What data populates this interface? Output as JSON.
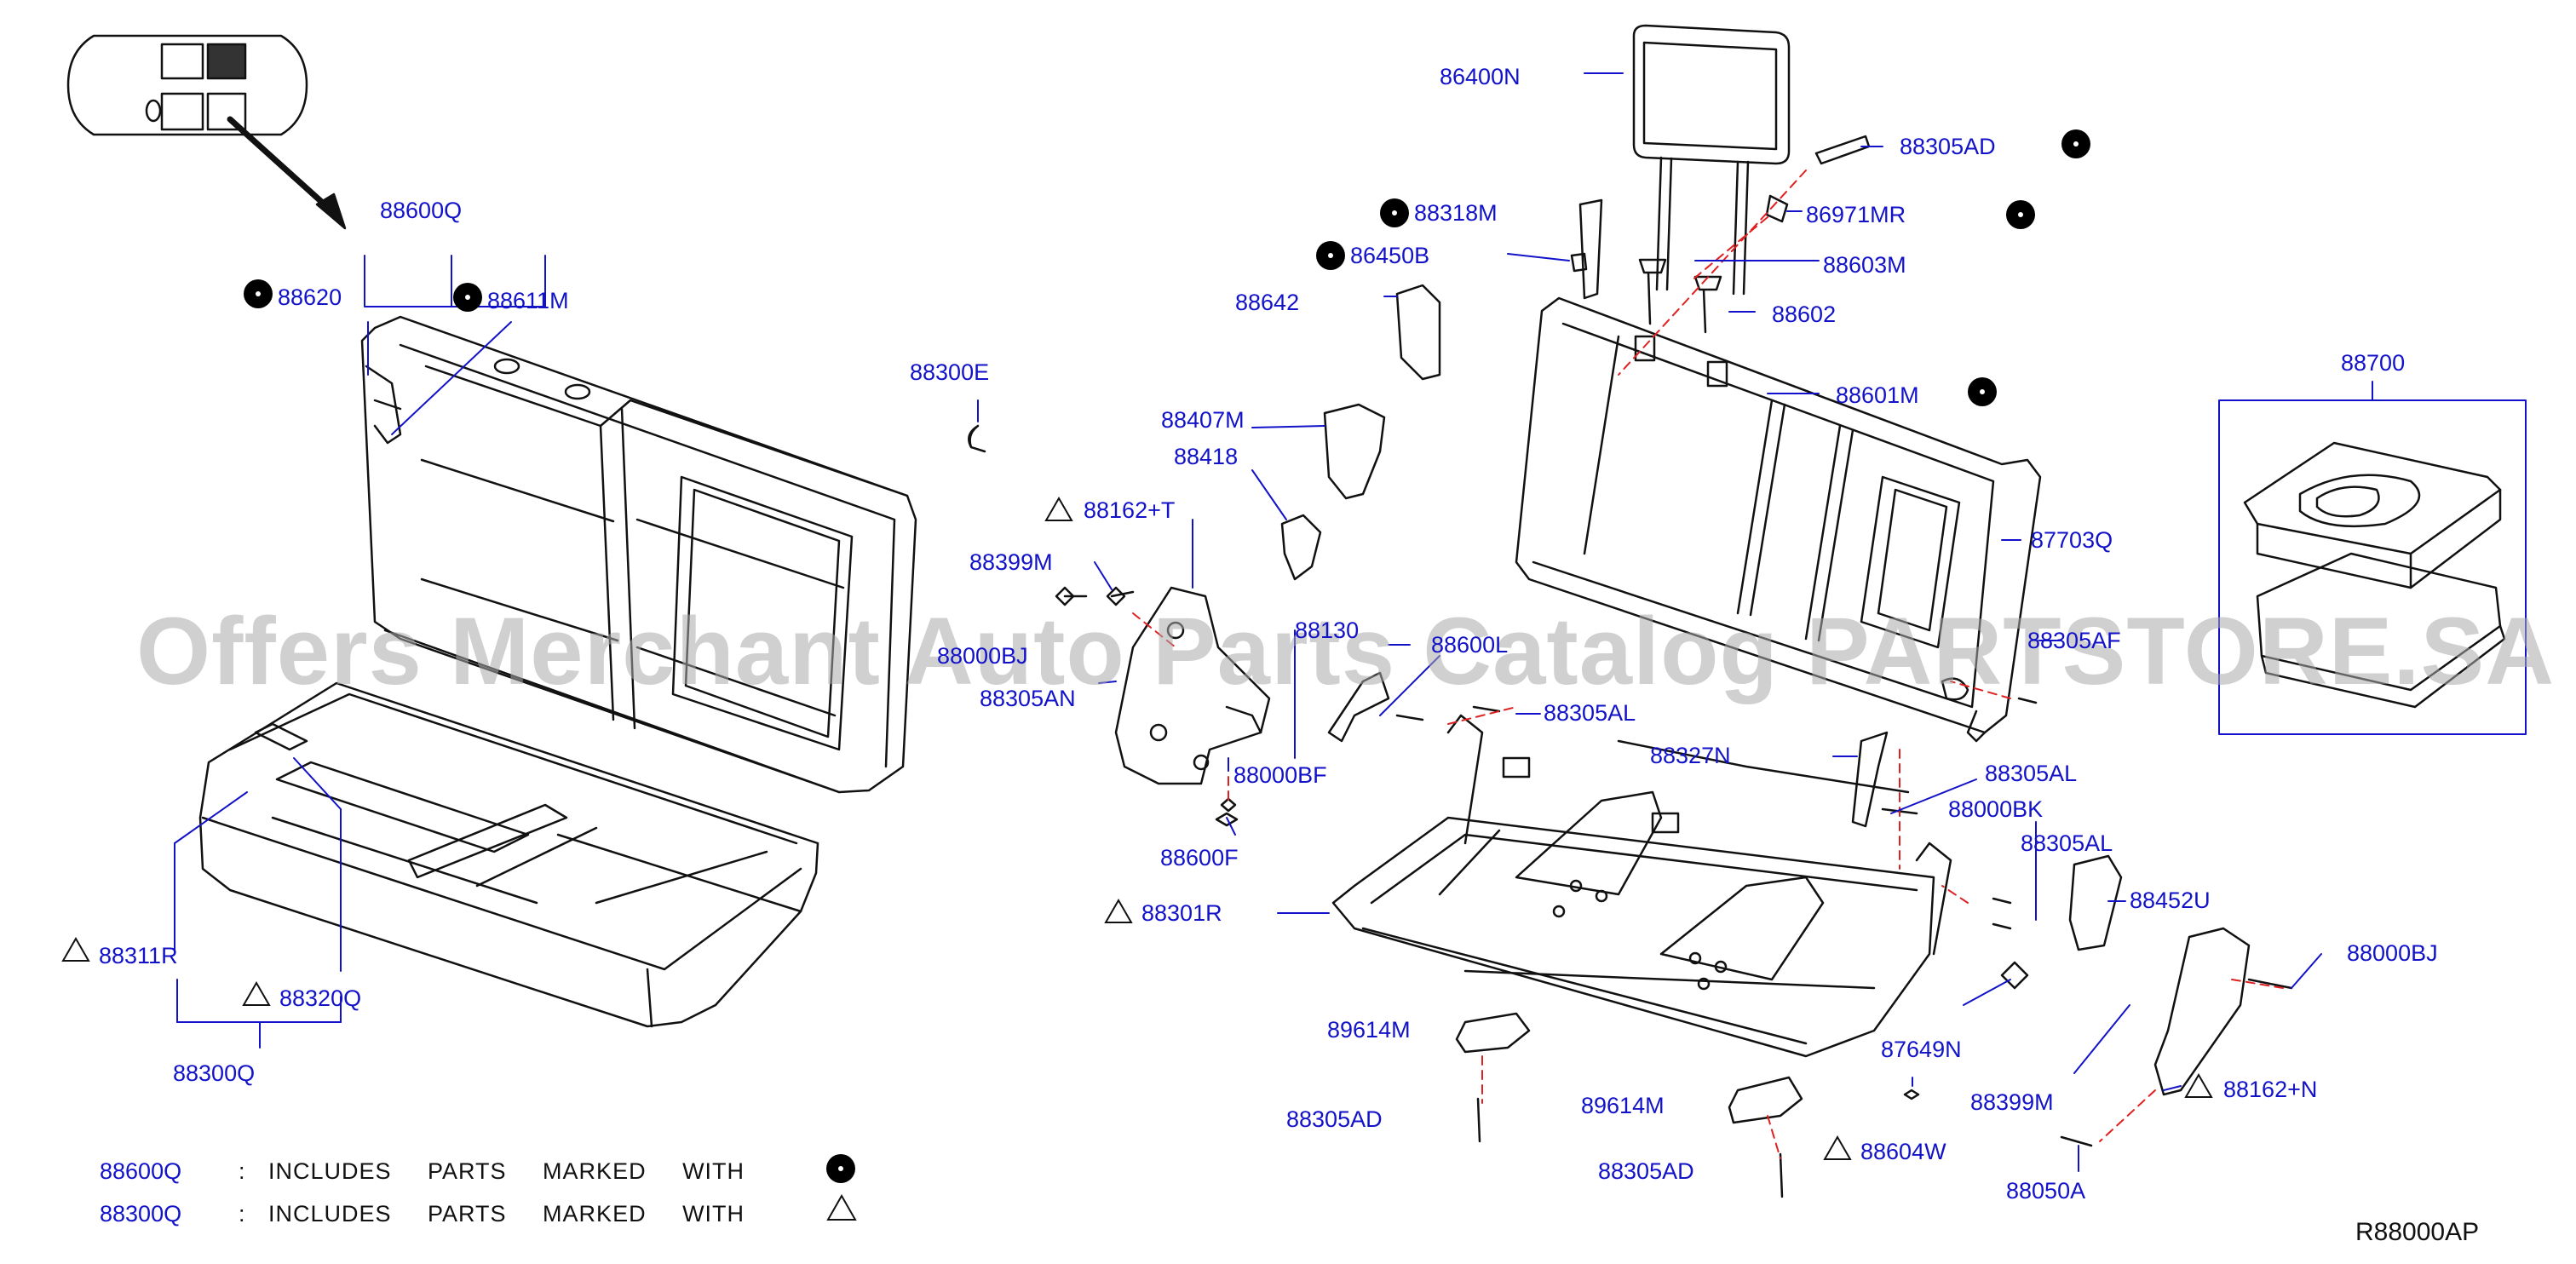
{
  "diagram_code": "R88000AP",
  "watermark": "Offers Merchant Auto Parts Catalog PARTSTORE.SA",
  "colors": {
    "label": "#1212c8",
    "line": "#111111",
    "leader": "#1212c8",
    "dashed": "#e02020",
    "watermark": "#aaaaaa"
  },
  "markers": {
    "dot": "filled-circle-marker",
    "triangle": "triangle-marker"
  },
  "labels": {
    "l86400N": "86400N",
    "l88305AD_top": "88305AD",
    "l88318M": "88318M",
    "l86971MR": "86971MR",
    "l86450B": "86450B",
    "l88603M": "88603M",
    "l88642": "88642",
    "l88602": "88602",
    "l88600Q": "88600Q",
    "l88620": "88620",
    "l88611M": "88611M",
    "l88300E": "88300E",
    "l88601M": "88601M",
    "l88700": "88700",
    "l88407M": "88407M",
    "l88418": "88418",
    "l87703Q": "87703Q",
    "l88162T": "88162+T",
    "l88399M_left": "88399M",
    "l88000BJ_left": "88000BJ",
    "l88130": "88130",
    "l88600L": "88600L",
    "l88305AF": "88305AF",
    "l88305AN": "88305AN",
    "l88305AL_1": "88305AL",
    "l88000BF": "88000BF",
    "l88327N": "88327N",
    "l88305AL_2": "88305AL",
    "l88000BK": "88000BK",
    "l88305AL_3": "88305AL",
    "l88600F": "88600F",
    "l88301R": "88301R",
    "l88452U": "88452U",
    "l88311R": "88311R",
    "l88000BJ_right": "88000BJ",
    "l88320Q": "88320Q",
    "l89614M_1": "89614M",
    "l87649N": "87649N",
    "l88300Q": "88300Q",
    "l88305AD_mid": "88305AD",
    "l88399M_right": "88399M",
    "l88162N": "88162+N",
    "l89614M_2": "89614M",
    "l88604W": "88604W",
    "l88305AD_bot": "88305AD",
    "l88050A": "88050A"
  },
  "legend": [
    {
      "code": "88600Q",
      "sep": ":",
      "text": "INCLUDES PARTS MARKED WITH",
      "marker": "dot"
    },
    {
      "code": "88300Q",
      "sep": ":",
      "text": "INCLUDES PARTS MARKED WITH",
      "marker": "triangle"
    }
  ]
}
